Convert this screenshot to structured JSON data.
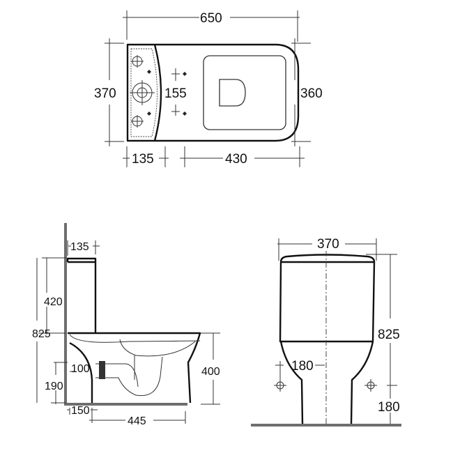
{
  "top_view": {
    "overall_length": "650",
    "tank_width": "370",
    "bowl_width": "360",
    "tank_depth": "135",
    "fixing_spacing": "155",
    "bowl_projection": "430"
  },
  "side_view": {
    "wall_gap": "135",
    "tank_height": "420",
    "overall_height": "825",
    "outlet_height": "100",
    "outlet_centre": "190",
    "outlet_from_wall": "150",
    "base_length": "445",
    "seat_height": "400"
  },
  "front_view": {
    "width": "370",
    "overall_height": "825",
    "fixing_offset": "180",
    "fixing_height": "180"
  },
  "colors": {
    "line": "#111111",
    "floor": "#6e6e6e",
    "trap": "#333333"
  }
}
